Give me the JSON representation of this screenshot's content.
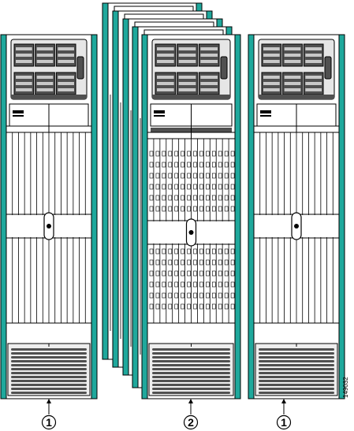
{
  "figure": {
    "figure_id": "149032",
    "colors": {
      "teal": "#1fa89c",
      "line": "#000000",
      "fill": "#ffffff",
      "vent_dark": "#505050",
      "vent_light": "#c8c8c8"
    }
  },
  "racks": [
    {
      "id": "left-rack",
      "callout": "1"
    },
    {
      "id": "center-rack",
      "callout": "2"
    },
    {
      "id": "right-rack",
      "callout": "1"
    }
  ]
}
